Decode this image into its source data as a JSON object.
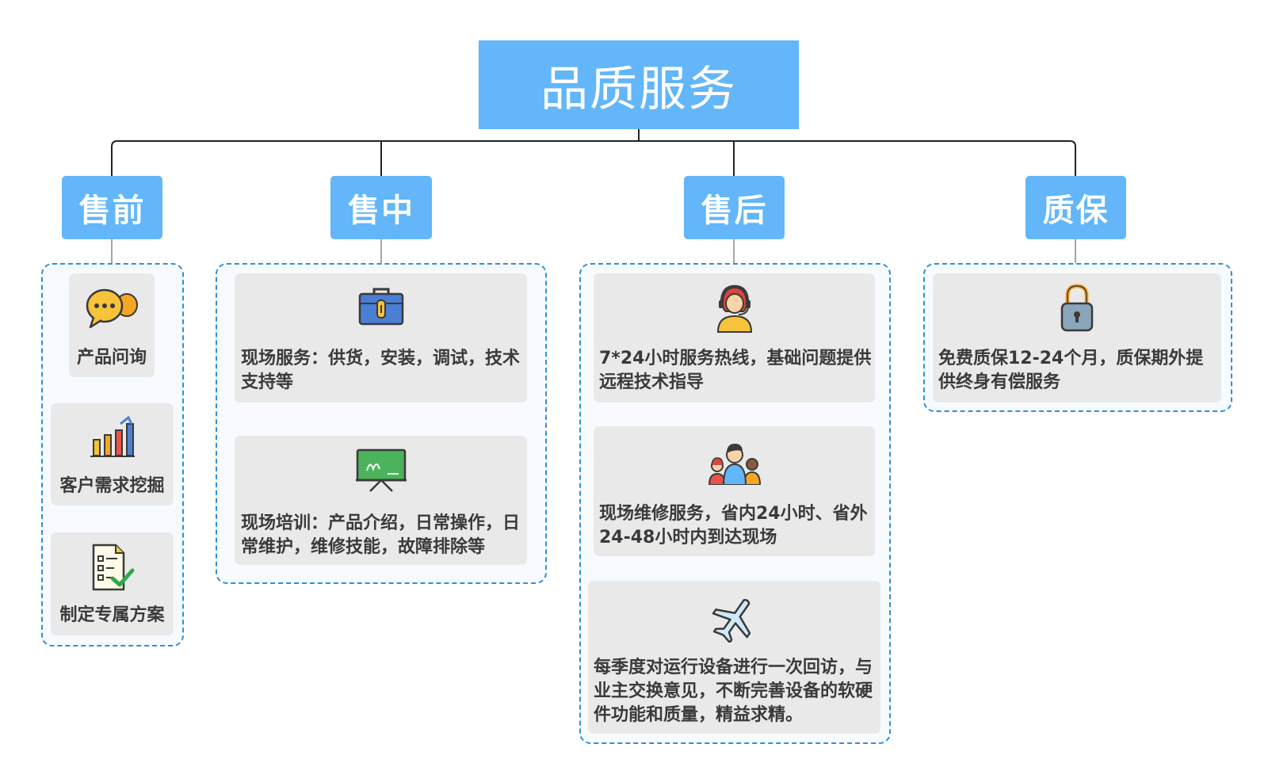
{
  "root": {
    "title": "品质服务"
  },
  "categories": [
    {
      "label": "售前",
      "items": [
        {
          "text": "产品问询",
          "icon": "chat-bubbles-icon"
        },
        {
          "text": "客户需求挖掘",
          "icon": "bar-chart-icon"
        },
        {
          "text": "制定专属方案",
          "icon": "checklist-icon"
        }
      ]
    },
    {
      "label": "售中",
      "items": [
        {
          "text": "现场服务：供货，安装，调试，技术支持等",
          "icon": "briefcase-icon"
        },
        {
          "text": "现场培训：产品介绍，日常操作，日常维护，维修技能，故障排除等",
          "icon": "whiteboard-icon"
        }
      ]
    },
    {
      "label": "售后",
      "items": [
        {
          "text": "7*24小时服务热线，基础问题提供远程技术指导",
          "icon": "headset-agent-icon"
        },
        {
          "text": "现场维修服务，省内24小时、省外24-48小时内到达现场",
          "icon": "team-icon"
        },
        {
          "text": "每季度对运行设备进行一次回访，与业主交换意见，不断完善设备的软硬件功能和质量，精益求精。",
          "icon": "airplane-icon"
        }
      ]
    },
    {
      "label": "质保",
      "items": [
        {
          "text": "免费质保12-24个月，质保期外提供终身有偿服务",
          "icon": "padlock-icon"
        }
      ]
    }
  ],
  "colors": {
    "accent": "#62b6f9",
    "dashed_border": "#2f8fdb",
    "card_bg": "#e9e9e9"
  }
}
